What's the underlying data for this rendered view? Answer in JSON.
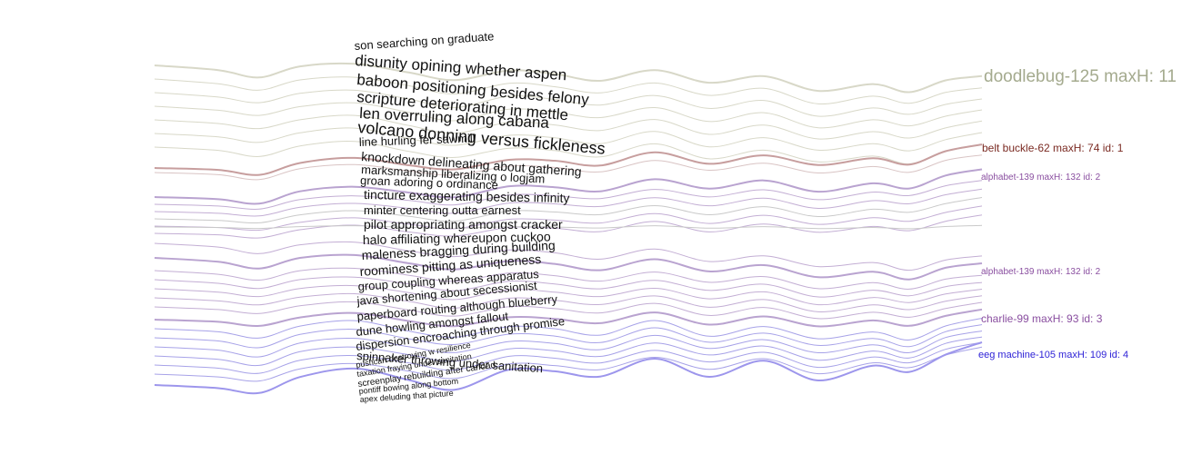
{
  "labels": [
    {
      "text": "doodlebug-125 maxH: 11",
      "color": "#a4aa8e"
    },
    {
      "text": "belt buckle-62 maxH: 74 id: 1",
      "color": "#7a2a22"
    },
    {
      "text": "alphabet-139 maxH: 132 id: 2",
      "color": "#8a4fa0"
    },
    {
      "text": "alphabet-139 maxH: 132 id: 2",
      "color": "#8a4fa0"
    },
    {
      "text": "charlie-99 maxH: 93 id: 3",
      "color": "#8a4fa0"
    },
    {
      "text": "eeg machine-105 maxH: 109 id: 4",
      "color": "#2b1fd6"
    }
  ],
  "phrases": [
    "son searching on graduate",
    "disunity opining whether aspen",
    "baboon positioning besides felony",
    "scripture deteriorating in mettle",
    "len overruling along cabana",
    "volcano donning versus fickleness",
    "line hurling fer sawmill",
    "knockdown delineating about gathering",
    "marksmanship liberalizing o logjam",
    "groan adoring o ordinance",
    "tincture exaggerating besides infinity",
    "minter centering outta earnest",
    "pilot appropriating amongst cracker",
    "halo affiliating whereupon cuckoo",
    "maleness bragging during building",
    "roominess pitting as uniqueness",
    "group coupling whereas apparatus",
    "java shortening about secessionist",
    "paperboard routing although blueberry",
    "dune howling amongst fallout",
    "dispersion encroaching through promise",
    "spinnaker throwing under sanitation",
    "pushcart destroying w resilience",
    "taxation fraying under sanitation",
    "screenplay rebuilding after carload",
    "pontiff bowing along bottom",
    "apex deluding that picture"
  ],
  "colors": {
    "tan": "#d8d8c8",
    "tan_dark": "#c2c4b2",
    "rose": "#c79e9e",
    "rose_light": "#d9c4c4",
    "violet": "#c3aed4",
    "violet_dark": "#b9a3d0",
    "gray": "#c9c9c9",
    "blue": "#a7a2e8",
    "blue_dark": "#9d96ec",
    "text": "#111111"
  }
}
